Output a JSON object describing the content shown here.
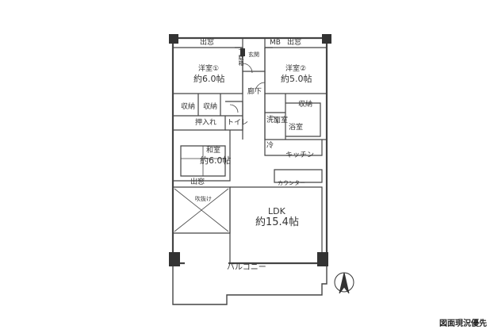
{
  "rooms": {
    "closet_top_left": "出窓",
    "genkan": "玄関",
    "mb": "MB",
    "closet_top_right": "出窓",
    "shoe_storage": "下駄箱",
    "western_left_name": "洋室①",
    "western_left_size": "約6.0帖",
    "western_right_name": "洋室②",
    "western_right_size": "約5.0帖",
    "hallway": "廊下",
    "storage_1": "収納",
    "storage_2": "収納",
    "storage_3": "収納",
    "toilet": "トイレ",
    "closet_oshiire": "押入れ",
    "washroom": "洗面室",
    "bathroom": "浴室",
    "kitchen": "キッチン",
    "refrigerator": "冷",
    "japanese_name": "和室",
    "japanese_size": "約6.0帖",
    "window_bottom": "出窓",
    "fukinuke": "吹抜け",
    "counter": "カウンター",
    "ldk_name": "LDK",
    "ldk_size": "約15.4帖",
    "balcony": "バルコニー"
  },
  "footer_note": "図面現況優先",
  "compass": "north-arrow"
}
